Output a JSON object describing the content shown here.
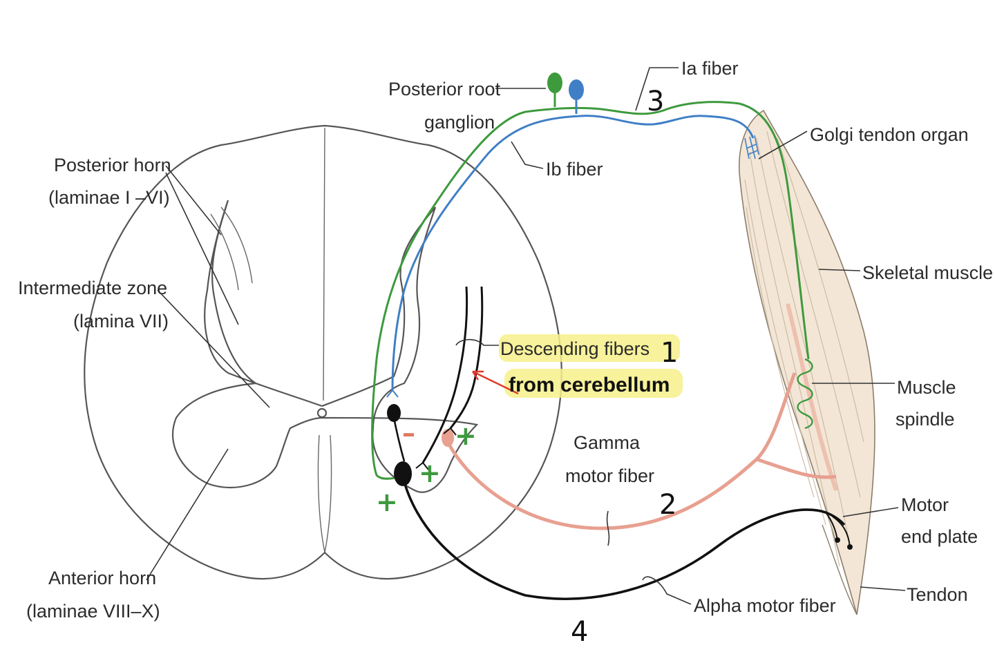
{
  "labels": {
    "posterior_horn_1": "Posterior horn",
    "posterior_horn_2": "(laminae I –VI)",
    "intermediate_zone_1": "Intermediate zone",
    "intermediate_zone_2": "(lamina VII)",
    "anterior_horn_1": "Anterior horn",
    "anterior_horn_2": "(laminae VIII–X)",
    "posterior_root_ganglion_1": "Posterior root",
    "posterior_root_ganglion_2": "ganglion",
    "ia_fiber": "Ia fiber",
    "ib_fiber": "Ib fiber",
    "golgi_tendon_organ": "Golgi tendon organ",
    "skeletal_muscle": "Skeletal muscle",
    "descending_fibers": "Descending fibers",
    "from_cerebellum": "from cerebellum",
    "gamma_motor_fiber_1": "Gamma",
    "gamma_motor_fiber_2": "motor fiber",
    "muscle_spindle_1": "Muscle",
    "muscle_spindle_2": "spindle",
    "motor_end_plate_1": "Motor",
    "motor_end_plate_2": "end plate",
    "tendon": "Tendon",
    "alpha_motor_fiber": "Alpha motor fiber"
  },
  "numbers": {
    "n1": "1",
    "n2": "2",
    "n3": "3",
    "n4": "4"
  },
  "signs": {
    "minus": "–",
    "plus": "+"
  },
  "colors": {
    "ia_fiber": "#3d9a3d",
    "ib_fiber": "#3f7fc6",
    "gamma_fiber": "#e8a090",
    "alpha_fiber": "#111111",
    "minus_sign": "#e07a5f",
    "highlight": "#f6f08a",
    "muscle_fill": "#f3e6d6",
    "arrow": "#e23a2a"
  }
}
